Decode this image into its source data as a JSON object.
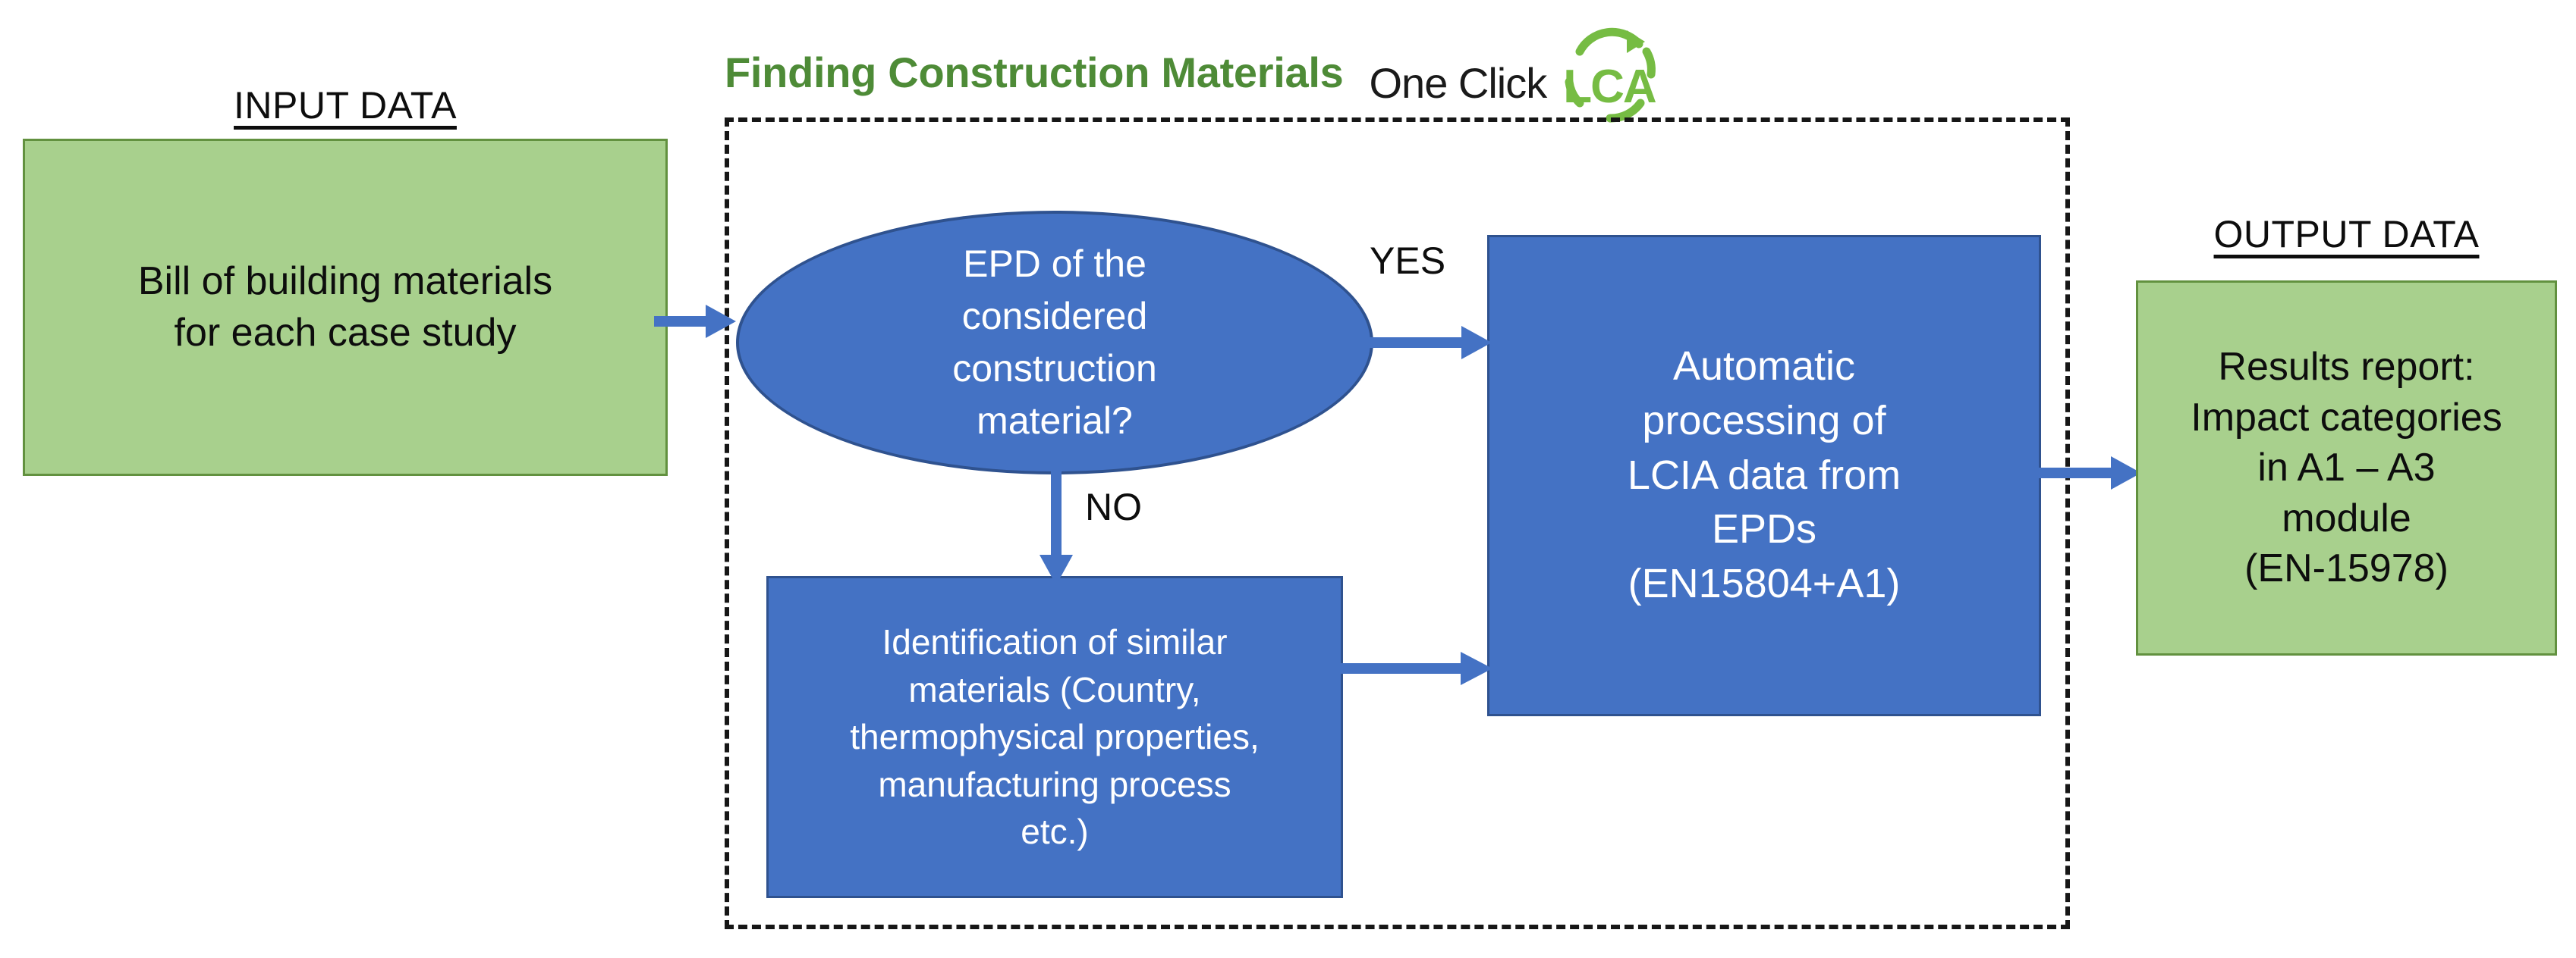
{
  "diagram": {
    "title": "Finding Construction Materials",
    "title_color": "#4E8B37",
    "logo": {
      "word_one": "One Click",
      "word_lca": "LCA",
      "one_color": "#1A1A1A",
      "lca_color": "#76BC43",
      "ring_icon": "recycle-arrow-icon"
    },
    "container": {
      "style": "dashed",
      "border_color": "#161616"
    }
  },
  "input": {
    "label": "INPUT DATA",
    "box_text": "Bill of building materials\nfor each case study",
    "fill": "#A8D08D",
    "stroke": "#62913F"
  },
  "output": {
    "label": "OUTPUT DATA",
    "box_text": "Results report:\nImpact categories\nin  A1 – A3\nmodule\n(EN-15978)",
    "fill": "#A8D08D",
    "stroke": "#62913F"
  },
  "nodes": {
    "decision": {
      "text": "EPD of the\nconsidered\nconstruction\nmaterial?",
      "shape": "ellipse",
      "fill": "#4472C4",
      "stroke": "#2F528F",
      "text_color": "#FFFFFF"
    },
    "automatic": {
      "text": "Automatic\nprocessing of\nLCIA data from\nEPDs\n(EN15804+A1)",
      "shape": "rectangle",
      "fill": "#4472C4",
      "stroke": "#2F528F",
      "text_color": "#FFFFFF"
    },
    "identification": {
      "text": "Identification of similar\nmaterials (Country,\nthermophysical properties,\nmanufacturing process\netc.)",
      "shape": "rectangle",
      "fill": "#4472C4",
      "stroke": "#2F528F",
      "text_color": "#FFFFFF"
    }
  },
  "edges": {
    "yes_label": "YES",
    "no_label": "NO",
    "arrow_color": "#4472C4"
  }
}
